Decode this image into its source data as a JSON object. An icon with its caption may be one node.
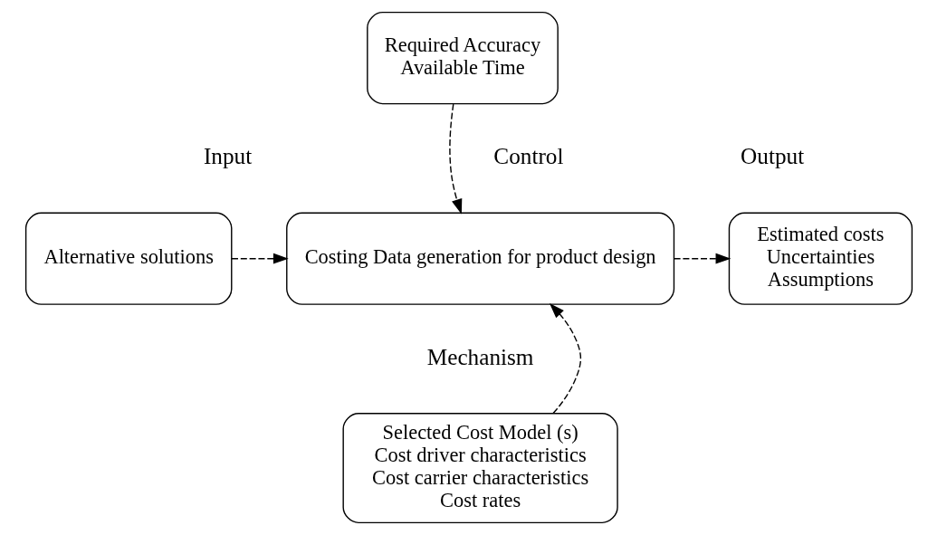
{
  "diagram": {
    "nodes": [
      {
        "text": [
          "Required Accuracy",
          "Available Time"
        ]
      },
      {
        "text": [
          "Alternative solutions"
        ]
      },
      {
        "text": [
          "Costing Data generation for product design"
        ]
      },
      {
        "text": [
          "Estimated costs",
          "Uncertainties",
          "Assumptions"
        ]
      },
      {
        "text": [
          "Selected Cost Model (s)",
          "Cost driver characteristics",
          "Cost carrier characteristics",
          "Cost rates"
        ]
      }
    ],
    "edges": [
      {
        "from": 0,
        "to": 2,
        "arrow": "to",
        "style": "dashed"
      },
      {
        "from": 1,
        "to": 2,
        "arrow": "to",
        "style": "dashed"
      },
      {
        "from": 2,
        "to": 3,
        "arrow": "to",
        "style": "dashed"
      },
      {
        "from": 4,
        "to": 2,
        "arrow": "to",
        "style": "dashed"
      }
    ],
    "labels": [
      "Input",
      "Control",
      "Output",
      "Mechanism"
    ]
  }
}
